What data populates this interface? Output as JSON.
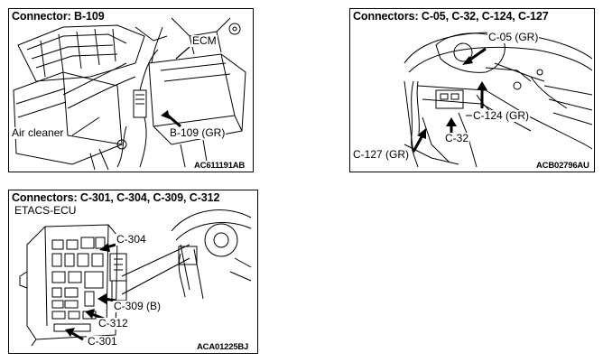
{
  "panels": [
    {
      "title": "Connector: B-109",
      "labels": {
        "ecm": "ECM",
        "air_cleaner": "Air cleaner",
        "connector": "B-109 (GR)"
      },
      "code": "AC611191AB"
    },
    {
      "title": "Connectors: C-05, C-32, C-124, C-127",
      "labels": {
        "c05": "C-05 (GR)",
        "c124": "C-124 (GR)",
        "c32": "C-32",
        "c127": "C-127 (GR)"
      },
      "code": "ACB02796AU"
    },
    {
      "title": "Connectors: C-301, C-304, C-309, C-312",
      "labels": {
        "etacs": "ETACS-ECU",
        "c304": "C-304",
        "c309": "C-309 (B)",
        "c312": "C-312",
        "c301": "C-301"
      },
      "code": "ACA01225BJ"
    }
  ]
}
